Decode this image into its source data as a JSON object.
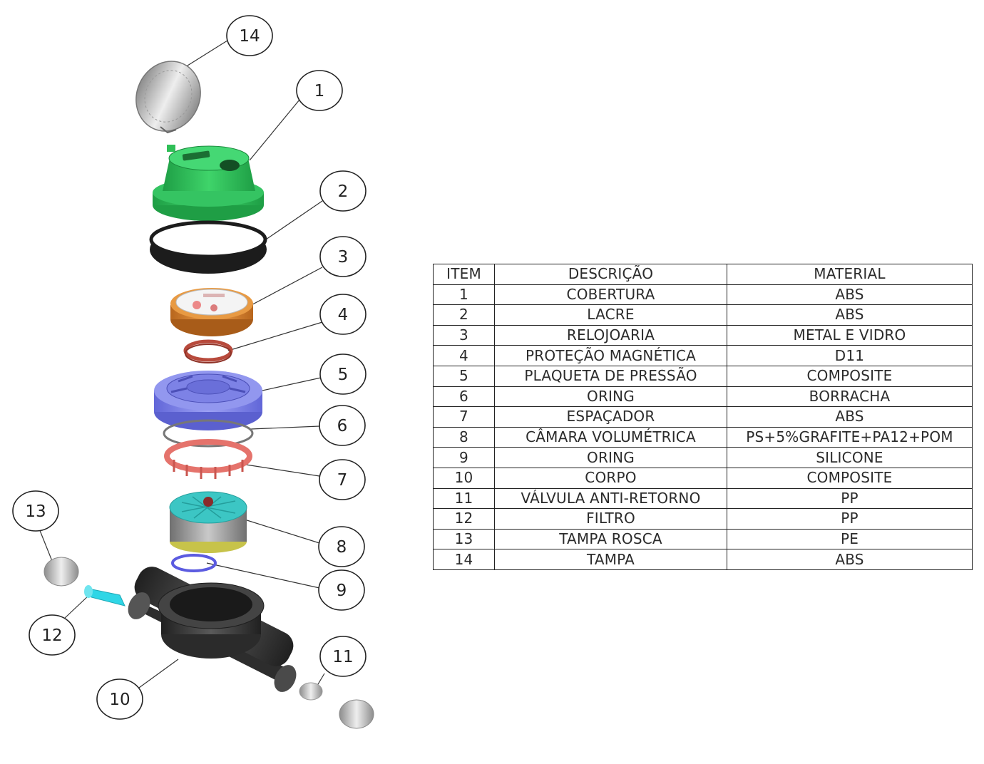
{
  "table": {
    "headers": [
      "ITEM",
      "DESCRIÇÃO",
      "MATERIAL"
    ],
    "rows": [
      [
        "1",
        "COBERTURA",
        "ABS"
      ],
      [
        "2",
        "LACRE",
        "ABS"
      ],
      [
        "3",
        "RELOJOARIA",
        "METAL E VIDRO"
      ],
      [
        "4",
        "PROTEÇÃO MAGNÉTICA",
        "D11"
      ],
      [
        "5",
        "PLAQUETA DE PRESSÃO",
        "COMPOSITE"
      ],
      [
        "6",
        "ORING",
        "BORRACHA"
      ],
      [
        "7",
        "ESPAÇADOR",
        "ABS"
      ],
      [
        "8",
        "CÂMARA VOLUMÉTRICA",
        "PS+5%GRAFITE+PA12+POM"
      ],
      [
        "9",
        "ORING",
        "SILICONE"
      ],
      [
        "10",
        "CORPO",
        "COMPOSITE"
      ],
      [
        "11",
        "VÁLVULA ANTI-RETORNO",
        "PP"
      ],
      [
        "12",
        "FILTRO",
        "PP"
      ],
      [
        "13",
        "TAMPA ROSCA",
        "PE"
      ],
      [
        "14",
        "TAMPA",
        "ABS"
      ]
    ]
  },
  "callouts": [
    "14",
    "1",
    "2",
    "3",
    "4",
    "5",
    "6",
    "7",
    "8",
    "9",
    "10",
    "11",
    "12",
    "13"
  ],
  "colors": {
    "cover": "#2fbf57",
    "seal": "#1e1e1e",
    "clockwork": "#d9822b",
    "magnetic_ring": "#b84a3c",
    "pressure_plate": "#7b80e8",
    "oring": "#8a8a8a",
    "spacer": "#e5736c",
    "chamber_top": "#3cc6c4",
    "chamber_body": "#9a9a9a",
    "oring_silicone": "#5b5be0",
    "body": "#3a3a3a",
    "filter": "#2fd6e6",
    "cap": "#c8c8c8",
    "lid": "#cfcfcf"
  }
}
